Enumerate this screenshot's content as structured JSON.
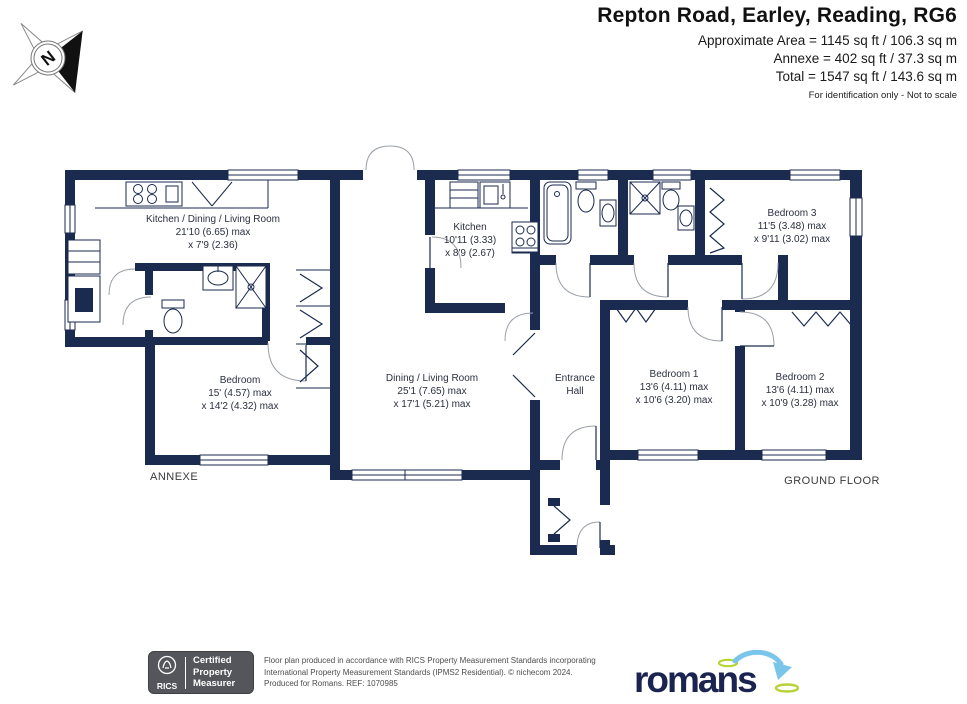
{
  "header": {
    "title": "Repton Road, Earley, Reading, RG6",
    "area1": "Approximate Area = 1145 sq ft / 106.3 sq m",
    "area2": "Annexe = 402 sq ft / 37.3 sq m",
    "area3": "Total = 1547 sq ft / 143.6 sq m",
    "note": "For identification only - Not to scale"
  },
  "compass": {
    "north": "N"
  },
  "rooms": {
    "annexe_kitchen": {
      "name": "Kitchen / Dining / Living Room",
      "d1": "21'10 (6.65) max",
      "d2": "x 7'9 (2.36)"
    },
    "kitchen": {
      "name": "Kitchen",
      "d1": "10'11 (3.33)",
      "d2": "x 8'9 (2.67)"
    },
    "bedroom3": {
      "name": "Bedroom 3",
      "d1": "11'5 (3.48) max",
      "d2": "x 9'11 (3.02) max"
    },
    "annexe_bedroom": {
      "name": "Bedroom",
      "d1": "15' (4.57) max",
      "d2": "x 14'2 (4.32) max"
    },
    "dining_living": {
      "name": "Dining / Living Room",
      "d1": "25'1 (7.65) max",
      "d2": "x 17'1 (5.21) max"
    },
    "entrance_hall": {
      "l1": "Entrance",
      "l2": "Hall"
    },
    "bedroom1": {
      "name": "Bedroom 1",
      "d1": "13'6 (4.11) max",
      "d2": "x 10'6 (3.20) max"
    },
    "bedroom2": {
      "name": "Bedroom 2",
      "d1": "13'6 (4.11) max",
      "d2": "x 10'9 (3.28) max"
    }
  },
  "floor_labels": {
    "annexe": "ANNEXE",
    "ground_floor": "GROUND FLOOR"
  },
  "footer": {
    "rics_name": "RICS",
    "badge_line1": "Certified",
    "badge_line2": "Property",
    "badge_line3": "Measurer",
    "disclaimer1": "Floor plan produced in accordance with RICS Property Measurement Standards incorporating",
    "disclaimer2": "International Property Measurement Standards (IPMS2 Residential).   © nichecom 2024.",
    "disclaimer3": "Produced for Romans.    REF: 1070985",
    "brand": "romans"
  },
  "colors": {
    "wall": "#1B2A4F",
    "arrow_blue": "#7ac6ea",
    "leaf_green": "#b5d334"
  }
}
